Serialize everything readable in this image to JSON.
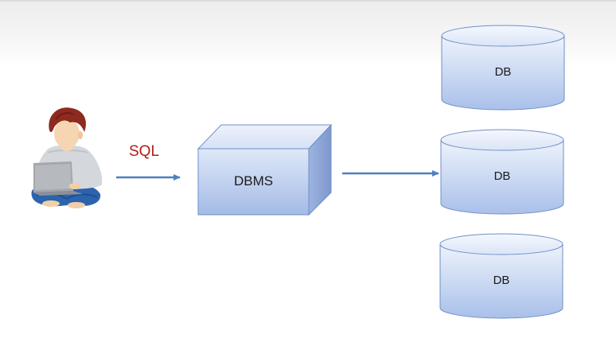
{
  "labels": {
    "sql": "SQL",
    "dbms": "DBMS",
    "databases": [
      "DB",
      "DB",
      "DB"
    ]
  },
  "colors": {
    "sql_text": "#b31b1b",
    "arrow": "#4f7fc0",
    "shape_fill_light": "#e3ebfa",
    "shape_fill_dark": "#a9c0ea",
    "shape_stroke": "#6f8fc7"
  },
  "icons": {
    "user": "user-with-laptop-icon"
  }
}
